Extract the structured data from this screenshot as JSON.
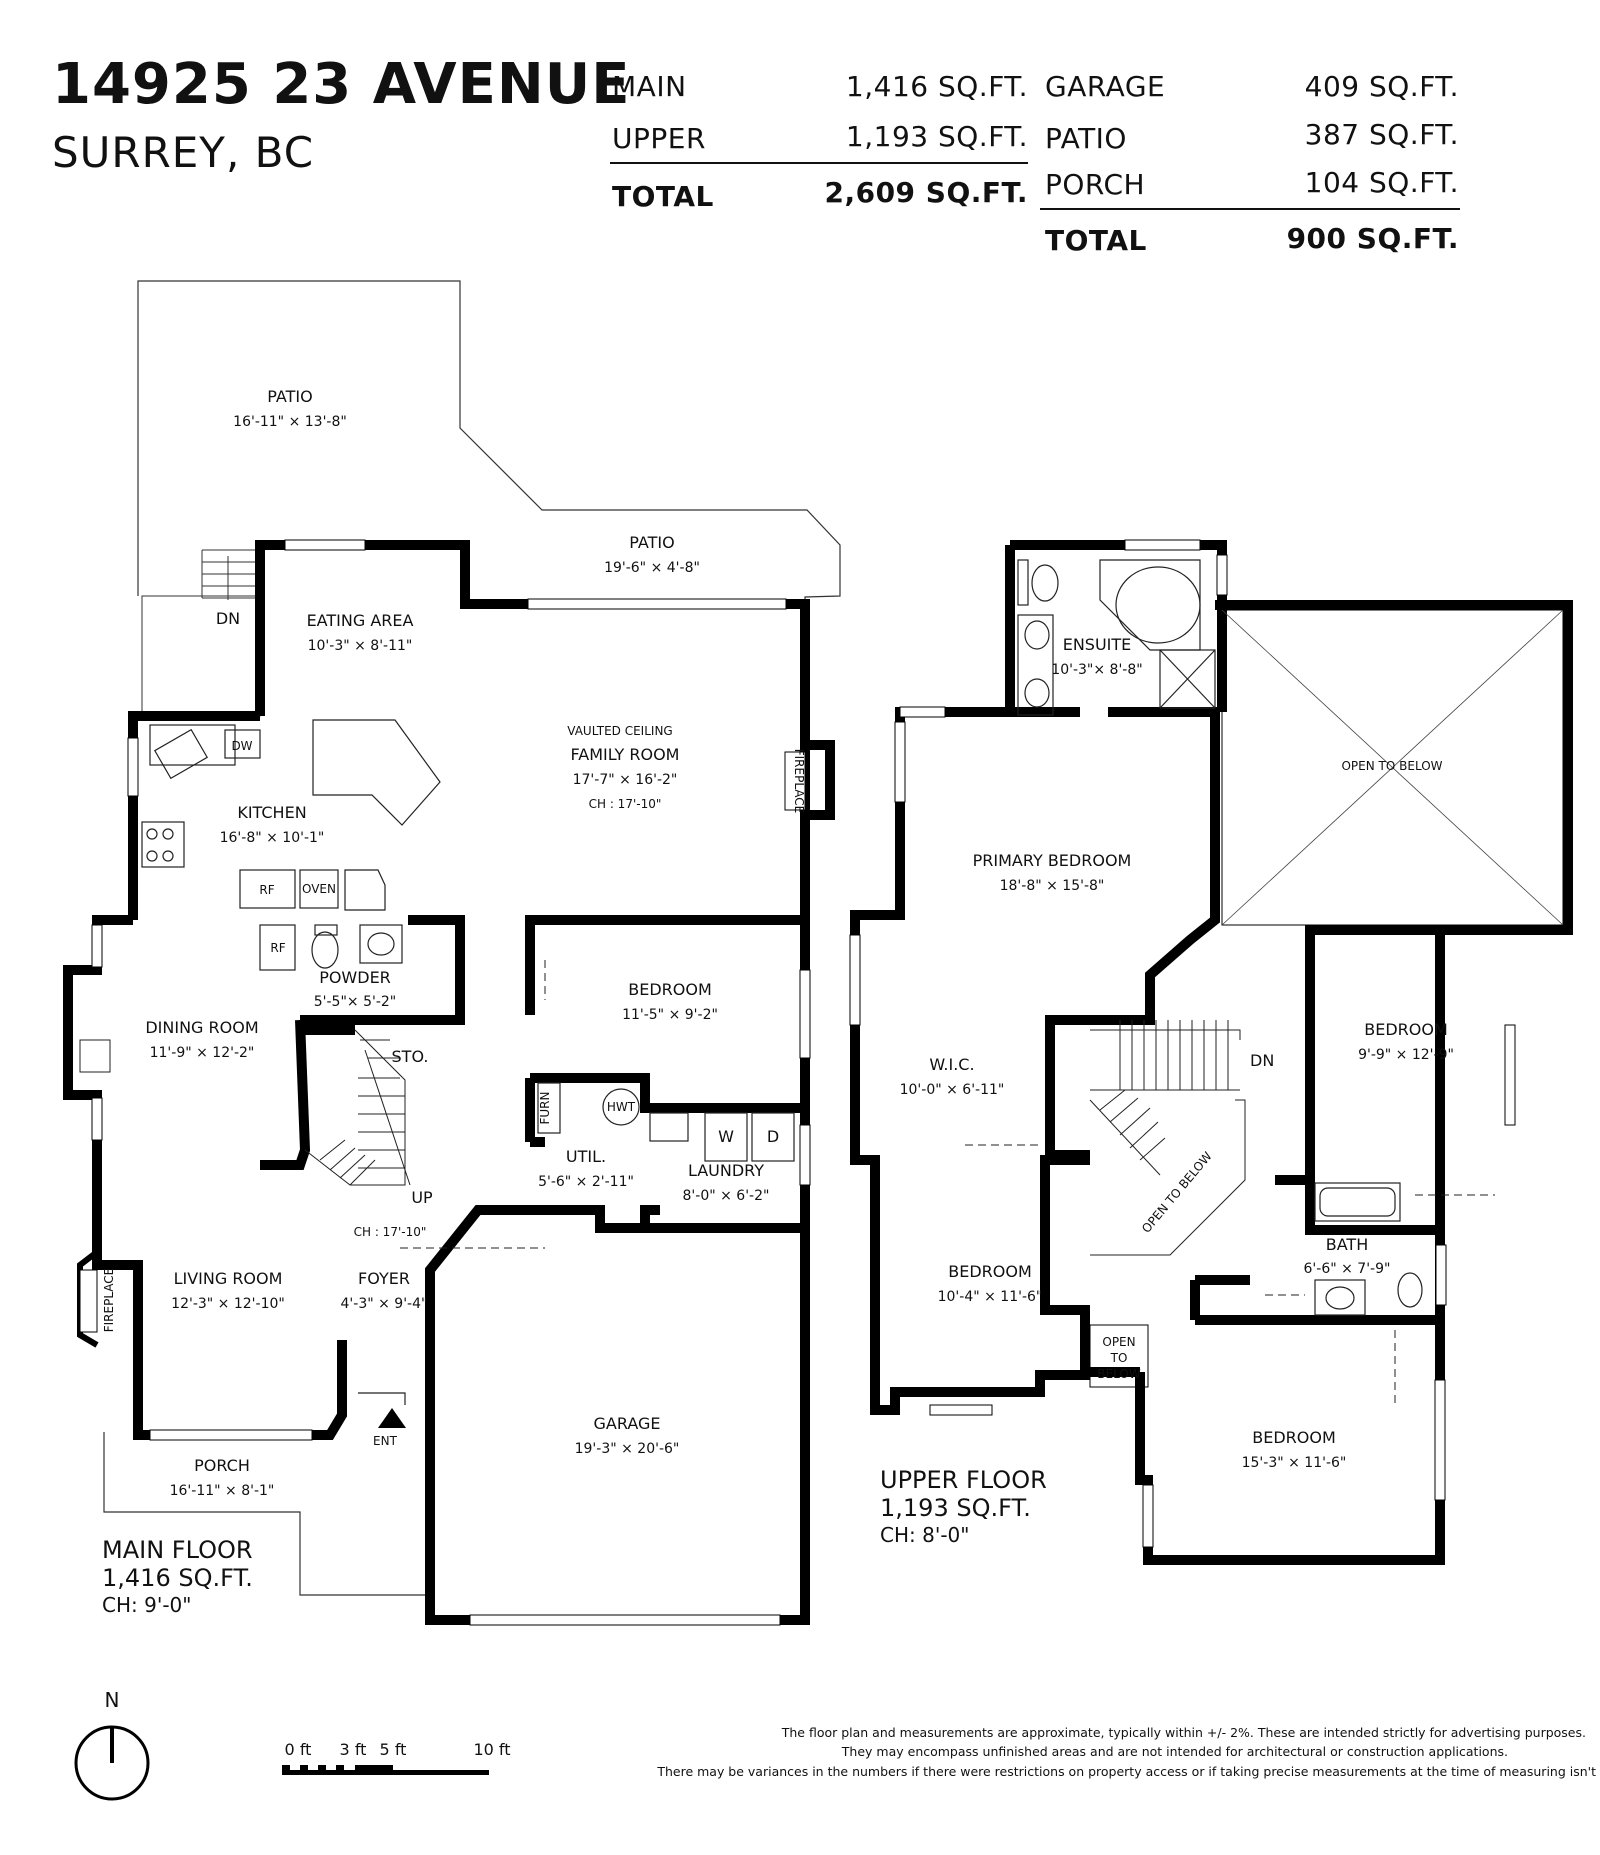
{
  "header": {
    "address": "14925 23 AVENUE",
    "city": "SURREY, BC"
  },
  "living_area": {
    "main_label": "MAIN",
    "main_value": "1,416 SQ.FT.",
    "upper_label": "UPPER",
    "upper_value": "1,193 SQ.FT.",
    "total_label": "TOTAL",
    "total_value": "2,609 SQ.FT."
  },
  "other_area": {
    "garage_label": "GARAGE",
    "garage_value": "409 SQ.FT.",
    "patio_label": "PATIO",
    "patio_value": "387 SQ.FT.",
    "porch_label": "PORCH",
    "porch_value": "104 SQ.FT.",
    "total_label": "TOTAL",
    "total_value": "900 SQ.FT."
  },
  "main_floor": {
    "title": "MAIN FLOOR",
    "area": "1,416 SQ.FT.",
    "ceiling": "CH: 9'-0\"",
    "rooms": {
      "patio_top": {
        "name": "PATIO",
        "dims": "16'-11\" × 13'-8\""
      },
      "patio_strip": {
        "name": "PATIO",
        "dims": "19'-6\" × 4'-8\""
      },
      "eating": {
        "name": "EATING AREA",
        "dims": "10'-3\" × 8'-11\""
      },
      "family": {
        "note": "VAULTED CEILING",
        "name": "FAMILY ROOM",
        "dims": "17'-7\" × 16'-2\"",
        "ch": "CH : 17'-10\""
      },
      "kitchen": {
        "name": "KITCHEN",
        "dims": "16'-8\" × 10'-1\""
      },
      "powder": {
        "name": "POWDER",
        "dims": "5'-5\"× 5'-2\""
      },
      "dining": {
        "name": "DINING ROOM",
        "dims": "11'-9\" × 12'-2\""
      },
      "sto": {
        "name": "STO."
      },
      "bedroom": {
        "name": "BEDROOM",
        "dims": "11'-5\" × 9'-2\""
      },
      "util": {
        "name": "UTIL.",
        "dims": "5'-6\" × 2'-11\""
      },
      "laundry": {
        "name": "LAUNDRY",
        "dims": "8'-0\" × 6'-2\""
      },
      "living": {
        "name": "LIVING ROOM",
        "dims": "12'-3\" × 12'-10\""
      },
      "foyer": {
        "name": "FOYER",
        "dims": "4'-3\" × 9'-4\"",
        "ch": "CH : 17'-10\""
      },
      "garage": {
        "name": "GARAGE",
        "dims": "19'-3\" × 20'-6\""
      },
      "porch": {
        "name": "PORCH",
        "dims": "16'-11\" × 8'-1\""
      }
    },
    "labels": {
      "dn": "DN",
      "up": "UP",
      "ent": "ENT",
      "dw": "DW",
      "rf1": "RF",
      "rf2": "RF",
      "oven": "OVEN",
      "furn": "FURN",
      "hwt": "HWT",
      "w": "W",
      "d": "D",
      "fireplace1": "FIREPLACE",
      "fireplace2": "FIREPLACE"
    }
  },
  "upper_floor": {
    "title": "UPPER FLOOR",
    "area": "1,193 SQ.FT.",
    "ceiling": "CH: 8'-0\"",
    "rooms": {
      "ensuite": {
        "name": "ENSUITE",
        "dims": "10'-3\"× 8'-8\""
      },
      "open_big": {
        "name": "OPEN TO BELOW"
      },
      "primary": {
        "name": "PRIMARY BEDROOM",
        "dims": "18'-8\" × 15'-8\""
      },
      "wic": {
        "name": "W.I.C.",
        "dims": "10'-0\" × 6'-11\""
      },
      "bed_right": {
        "name": "BEDROOM",
        "dims": "9'-9\" × 12'-9\""
      },
      "bed_mid": {
        "name": "BEDROOM",
        "dims": "10'-4\" × 11'-6\""
      },
      "bath": {
        "name": "BATH",
        "dims": "6'-6\" × 7'-9\""
      },
      "bed_bot": {
        "name": "BEDROOM",
        "dims": "15'-3\" × 11'-6\""
      },
      "open_stair": {
        "name": "OPEN TO BELOW"
      },
      "open_small": {
        "l1": "OPEN",
        "l2": "TO",
        "l3": "BELOW"
      }
    },
    "labels": {
      "dn": "DN"
    }
  },
  "compass": {
    "label": "N"
  },
  "scale": {
    "t0": "0 ft",
    "t3": "3 ft",
    "t5": "5 ft",
    "t10": "10 ft"
  },
  "disclaimer": {
    "line1": "The floor plan and measurements are approximate, typically within +/- 2%. These are intended strictly for advertising purposes.",
    "line2": "They may encompass unfinished areas and are not intended for architectural or construction applications.",
    "line3": "There may be variances in the numbers if there were restrictions on property access or if taking precise measurements at the time of measuring isn't"
  }
}
